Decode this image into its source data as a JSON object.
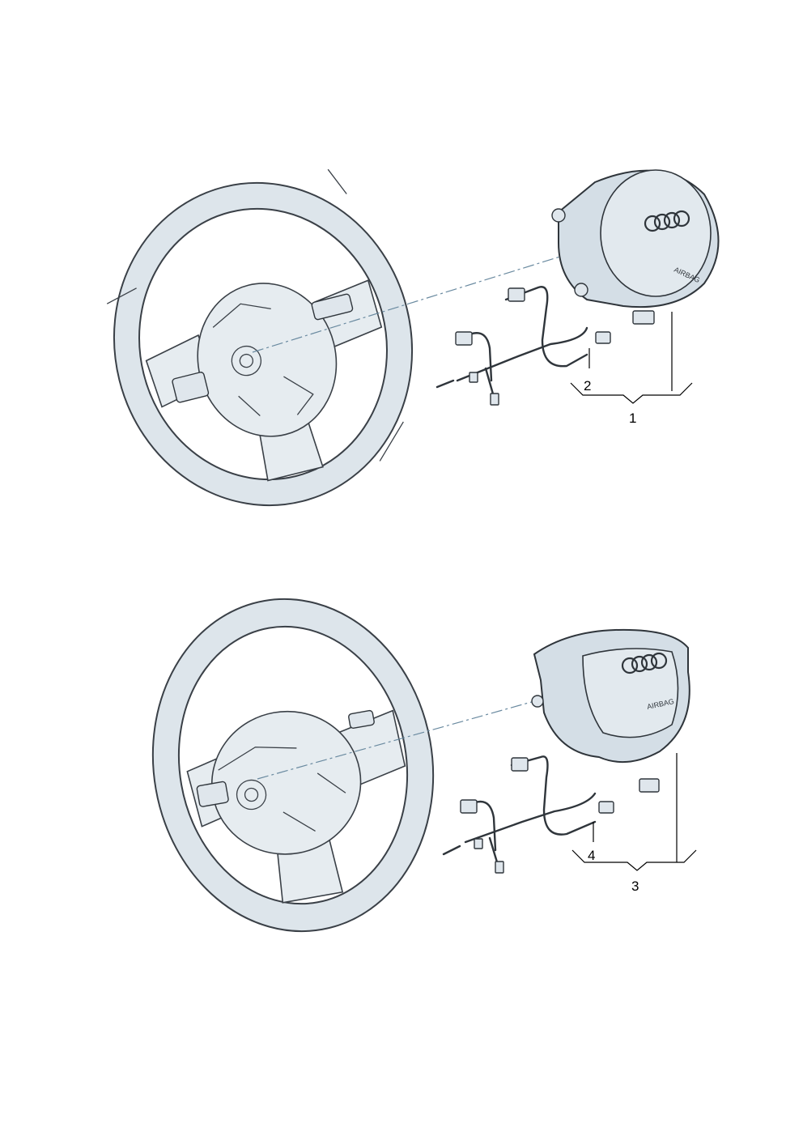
{
  "callouts": {
    "c1": "1",
    "c2": "2",
    "c3": "3",
    "c4": "4"
  },
  "airbag_text": {
    "upper": "AIRBAG",
    "lower": "AIRBAG"
  }
}
